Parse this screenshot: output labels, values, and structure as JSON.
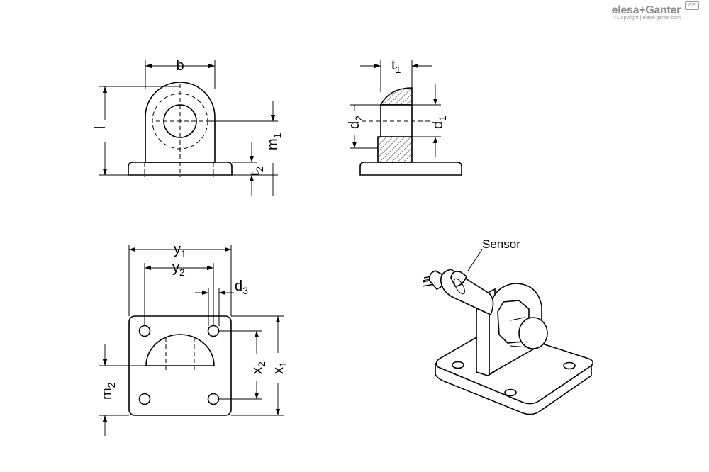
{
  "brand": {
    "name": "elesa+Ganter",
    "copyright": "©Copyright | elesa-ganter.com",
    "mark": "CE"
  },
  "labels": {
    "b": "b",
    "l": "l",
    "m": "m",
    "m_sub": "1",
    "t2": "t",
    "t2_sub": "2",
    "t1": "t",
    "t1_sub": "1",
    "d1": "d",
    "d1_sub": "1",
    "d2": "d",
    "d2_sub": "2",
    "y1": "y",
    "y1_sub": "1",
    "y2": "y",
    "y2_sub": "2",
    "d3": "d",
    "d3_sub": "3",
    "x1": "x",
    "x1_sub": "1",
    "x2": "x",
    "x2_sub": "2",
    "m2": "m",
    "m2_sub": "2",
    "sensor": "Sensor"
  }
}
